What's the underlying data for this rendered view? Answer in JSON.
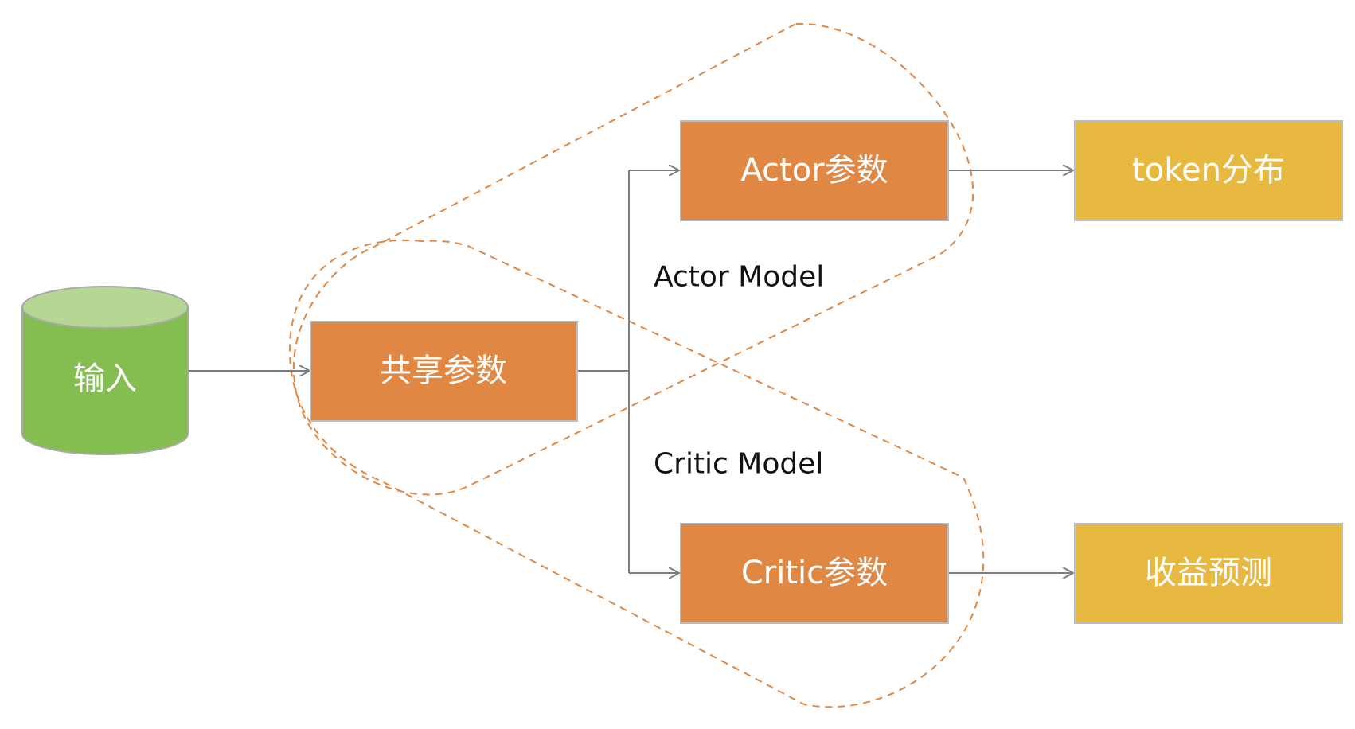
{
  "colors": {
    "input_fill": "#84BD50",
    "input_top": "#B6D694",
    "param_fill": "#E08743",
    "output_fill": "#E8B940",
    "arrow": "#7d7d7d",
    "dashed_outline": "#E08743"
  },
  "nodes": {
    "input": "输入",
    "shared": "共享参数",
    "actor": "Actor参数",
    "critic": "Critic参数",
    "token": "token分布",
    "value": "收益预测"
  },
  "labels": {
    "actor_model": "Actor Model",
    "critic_model": "Critic Model"
  }
}
